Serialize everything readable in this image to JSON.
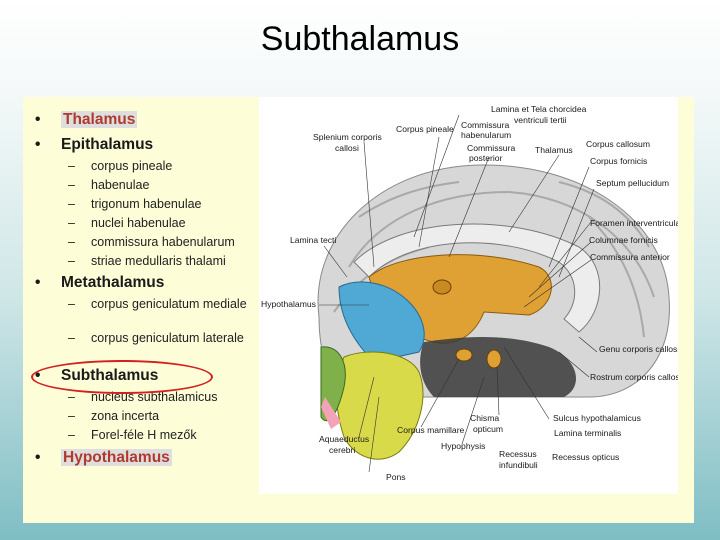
{
  "title": "Subthalamus",
  "outline": {
    "items": [
      {
        "label": "Thalamus",
        "highlight": true,
        "children": []
      },
      {
        "label": "Epithalamus",
        "highlight": false,
        "children": [
          "corpus pineale",
          "habenulae",
          "trigonum habenulae",
          "nuclei habenulae",
          "commissura habenularum",
          "striae medullaris thalami"
        ]
      },
      {
        "label": "Metathalamus",
        "highlight": false,
        "children": [
          "corpus geniculatum mediale",
          "corpus geniculatum laterale"
        ]
      },
      {
        "label": "Subthalamus",
        "highlight": false,
        "children": [
          "nucleus subthalamicus",
          "zona incerta",
          "Forel-féle H mezők"
        ]
      },
      {
        "label": "Hypothalamus",
        "highlight": true,
        "children": []
      }
    ],
    "bullet": "•",
    "dash": "–",
    "circled_item": "Subthalamus"
  },
  "diagram_labels": {
    "lamina_tela": "Lamina et Tela chorcidea",
    "ventriculi_tertii": "ventriculi tertii",
    "corpus_pineale": "Corpus pineale",
    "commissura_habenularum_1": "Commissura",
    "commissura_habenularum_2": "habenularum",
    "splenium_1": "Splenium corporis",
    "splenium_2": "callosi",
    "commissura_posterior_1": "Commissura",
    "commissura_posterior_2": "posterior",
    "thalamus": "Thalamus",
    "corpus_callosum": "Corpus callosum",
    "corpus_fornicis": "Corpus fornicis",
    "septum_pellucidum": "Septum pellucidum",
    "foramen": "Foramen interventriculare",
    "lamina_tecti": "Lamina tecti",
    "columnae_fornicis": "Columnae fornicis",
    "commissura_anterior": "Commissura anterior",
    "hypothalamus": "Hypothalamus",
    "genu": "Genu corporis callosi",
    "rostrum": "Rostrum corporis callosi",
    "chiasma_1": "Chisma",
    "chiasma_2": "opticum",
    "sulcus": "Sulcus hypothalamicus",
    "lamina_terminalis": "Lamina terminalis",
    "corpus_mamillare": "Corpus mamillare",
    "aqueductus_1": "Aquaeductus",
    "aqueductus_2": "cerebri",
    "hypophysis": "Hypophysis",
    "recessus_infundibuli_1": "Recessus",
    "recessus_infundibuli_2": "infundibuli",
    "recessus_opticus": "Recessus opticus",
    "pons": "Pons"
  },
  "colors": {
    "thalamus_region": "#e0a134",
    "hypothalamus_region": "#4fa9d4",
    "midbrain_region": "#d8da4a",
    "brain_tissue": "#d7d7d7",
    "panel_background": "#fdfdd8",
    "highlight_text": "#b03a2e",
    "circle": "#d42020"
  }
}
